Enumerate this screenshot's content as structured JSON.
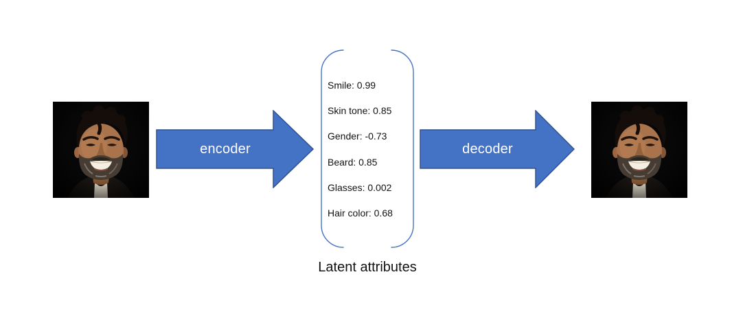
{
  "encoder": {
    "label": "encoder"
  },
  "decoder": {
    "label": "decoder"
  },
  "latent": {
    "attributes": [
      "Smile: 0.99",
      "Skin tone: 0.85",
      "Gender: -0.73",
      "Beard: 0.85",
      "Glasses: 0.002",
      "Hair color: 0.68"
    ],
    "caption": "Latent attributes"
  },
  "images": {
    "input": "smiling-bearded-man-portrait",
    "output": "smiling-bearded-man-portrait"
  },
  "colors": {
    "arrow_fill": "#4472C4",
    "arrow_border": "#2F528F",
    "arrow_text": "#FFFFFF",
    "bracket_stroke": "#4472C4",
    "text": "#111111",
    "background": "#FFFFFF"
  }
}
